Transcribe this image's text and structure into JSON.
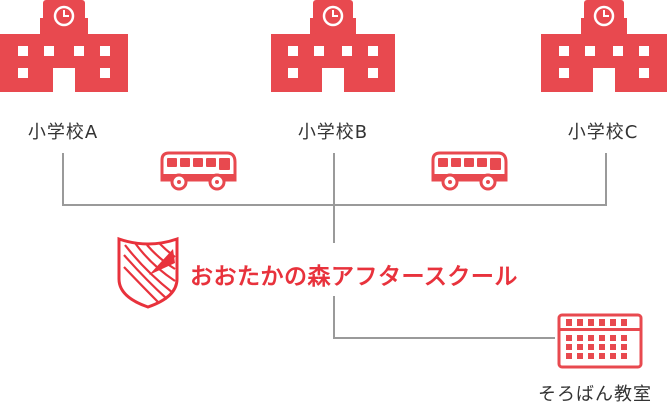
{
  "schools": [
    {
      "label": "小学校A",
      "icon": "school-building-icon"
    },
    {
      "label": "小学校B",
      "icon": "school-building-icon"
    },
    {
      "label": "小学校C",
      "icon": "school-building-icon"
    }
  ],
  "buses": [
    {
      "icon": "bus-icon"
    },
    {
      "icon": "bus-icon"
    }
  ],
  "center": {
    "logo_icon": "shield-leaf-logo-icon",
    "title": "おおたかの森アフタースクール"
  },
  "destination": {
    "label": "そろばん教室",
    "icon": "abacus-icon"
  },
  "colors": {
    "accent": "#e8494f",
    "title": "#e8323c",
    "line": "#999999",
    "text": "#333333"
  }
}
